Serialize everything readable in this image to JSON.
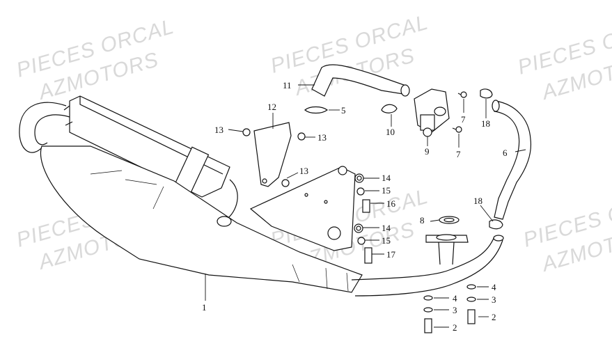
{
  "watermark": {
    "line1": "PIECES ORCAL",
    "line2": "AZMOTORS",
    "right1": "PIECES O",
    "right2": "AZMOT",
    "color": "#d9d9d9"
  },
  "callouts": [
    {
      "id": "1",
      "text": "1"
    },
    {
      "id": "2a",
      "text": "2"
    },
    {
      "id": "2b",
      "text": "2"
    },
    {
      "id": "3a",
      "text": "3"
    },
    {
      "id": "3b",
      "text": "3"
    },
    {
      "id": "4a",
      "text": "4"
    },
    {
      "id": "4b",
      "text": "4"
    },
    {
      "id": "5",
      "text": "5"
    },
    {
      "id": "6",
      "text": "6"
    },
    {
      "id": "7a",
      "text": "7"
    },
    {
      "id": "7b",
      "text": "7"
    },
    {
      "id": "8",
      "text": "8"
    },
    {
      "id": "9",
      "text": "9"
    },
    {
      "id": "10",
      "text": "10"
    },
    {
      "id": "11",
      "text": "11"
    },
    {
      "id": "12",
      "text": "12"
    },
    {
      "id": "13a",
      "text": "13"
    },
    {
      "id": "13b",
      "text": "13"
    },
    {
      "id": "13c",
      "text": "13"
    },
    {
      "id": "14a",
      "text": "14"
    },
    {
      "id": "14b",
      "text": "14"
    },
    {
      "id": "15a",
      "text": "15"
    },
    {
      "id": "15b",
      "text": "15"
    },
    {
      "id": "16",
      "text": "16"
    },
    {
      "id": "17",
      "text": "17"
    },
    {
      "id": "18a",
      "text": "18"
    },
    {
      "id": "18b",
      "text": "18"
    }
  ]
}
